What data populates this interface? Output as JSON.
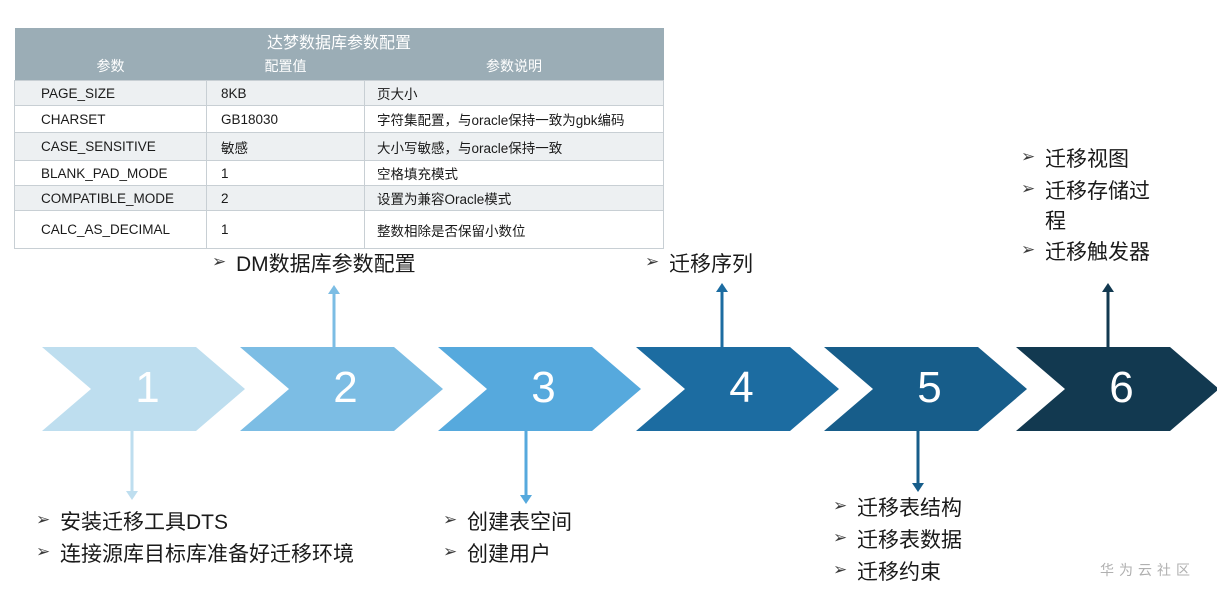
{
  "table": {
    "title": "达梦数据库参数配置",
    "columns": [
      "参数",
      "配置值",
      "参数说明"
    ],
    "header_bg": "#9badb6",
    "rows": [
      {
        "param": "PAGE_SIZE",
        "value": "8KB",
        "desc": "页大小"
      },
      {
        "param": "CHARSET",
        "value": "GB18030",
        "desc": "字符集配置，与oracle保持一致为gbk编码"
      },
      {
        "param": "CASE_SENSITIVE",
        "value": "敏感",
        "desc": "大小写敏感，与oracle保持一致"
      },
      {
        "param": "BLANK_PAD_MODE",
        "value": "1",
        "desc": "空格填充模式"
      },
      {
        "param": "COMPATIBLE_MODE",
        "value": "2",
        "desc": "设置为兼容Oracle模式"
      },
      {
        "param": "CALC_AS_DECIMAL",
        "value": "1",
        "desc": "整数相除是否保留小数位"
      }
    ]
  },
  "process": {
    "steps": [
      {
        "number": "1",
        "color": "#bedeef"
      },
      {
        "number": "2",
        "color": "#7cbde4"
      },
      {
        "number": "3",
        "color": "#56a9dd"
      },
      {
        "number": "4",
        "color": "#1c6ca1"
      },
      {
        "number": "5",
        "color": "#175d8a"
      },
      {
        "number": "6",
        "color": "#123950"
      }
    ]
  },
  "annotations": {
    "bullet_glyph": "➢",
    "step1": {
      "items": [
        "安装迁移工具DTS",
        "连接源库目标库准备好迁移环境"
      ]
    },
    "step2": {
      "items": [
        "DM数据库参数配置"
      ]
    },
    "step3": {
      "items": [
        "创建表空间",
        "创建用户"
      ]
    },
    "step4": {
      "items": [
        "迁移序列"
      ]
    },
    "step5": {
      "items": [
        "迁移表结构",
        "迁移表数据",
        "迁移约束"
      ]
    },
    "step6": {
      "items": [
        "迁移视图",
        "迁移存储过\n程",
        "迁移触发器"
      ]
    }
  },
  "watermark": "华为云社区"
}
